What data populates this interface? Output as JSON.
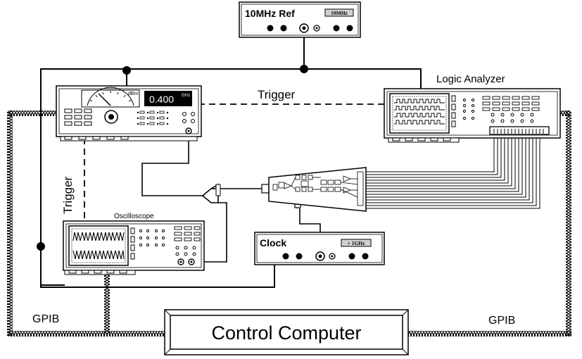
{
  "labels": {
    "ref_title": "10MHz Ref",
    "ref_badge": "10MHz",
    "logic_analyzer": "Logic Analyzer",
    "trigger_top": "Trigger",
    "trigger_side": "Trigger",
    "oscilloscope": "Oscilloscope",
    "clock_title": "Clock",
    "clock_badge": "+ 1GHz",
    "control_computer": "Control Computer",
    "gpib_left": "GPIB",
    "gpib_right": "GPIB",
    "sg_display": "0.400",
    "sg_unit": "GHz",
    "sg_meter_unit": "dBm"
  },
  "colors": {
    "line": "#000000",
    "background": "#ffffff",
    "display_bg": "#000000",
    "display_text": "#ffffff",
    "badge_bg": "#d0d0d0",
    "screen_bg": "#ffffff"
  },
  "icons": [
    "junction-dot",
    "connector-jack",
    "gpib-cable-coil",
    "amplifier-triangle"
  ]
}
